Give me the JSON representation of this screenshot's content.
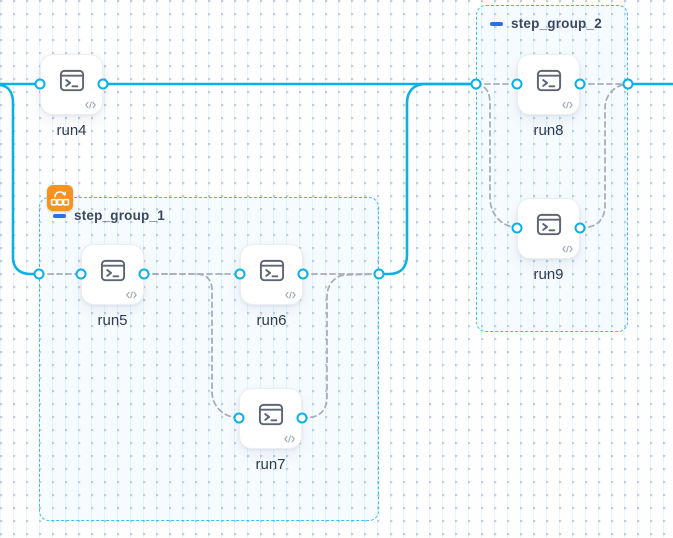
{
  "app": {
    "view": "workflow-pipeline-canvas"
  },
  "colors": {
    "edge_solid": "#0ab1e6",
    "edge_dashed": "#a8aeb9",
    "group_border": "#3dbdf2",
    "group_fill_tint": "#e9f7fe",
    "port_ring": "#0ab1e6",
    "node_icon": "#5d6675",
    "node_label": "#2e3a4e",
    "group_label": "#3c4860",
    "collapse_icon": "#2e6ce8",
    "badge_background": "#f6921e"
  },
  "groups": [
    {
      "id": "step_group_1",
      "label": "step_group_1",
      "collapse_icon": "minus-icon",
      "badge_icon": "loop-matrix-icon",
      "has_badge": true
    },
    {
      "id": "step_group_2",
      "label": "step_group_2",
      "collapse_icon": "minus-icon",
      "has_badge": false
    }
  ],
  "nodes": [
    {
      "id": "run4",
      "label": "run4",
      "icon": "terminal-icon",
      "corner_icon": "code-icon",
      "group": null
    },
    {
      "id": "run5",
      "label": "run5",
      "icon": "terminal-icon",
      "corner_icon": "code-icon",
      "group": "step_group_1"
    },
    {
      "id": "run6",
      "label": "run6",
      "icon": "terminal-icon",
      "corner_icon": "code-icon",
      "group": "step_group_1"
    },
    {
      "id": "run7",
      "label": "run7",
      "icon": "terminal-icon",
      "corner_icon": "code-icon",
      "group": "step_group_1"
    },
    {
      "id": "run8",
      "label": "run8",
      "icon": "terminal-icon",
      "corner_icon": "code-icon",
      "group": "step_group_2"
    },
    {
      "id": "run9",
      "label": "run9",
      "icon": "terminal-icon",
      "corner_icon": "code-icon",
      "group": "step_group_2"
    }
  ],
  "edges": [
    {
      "from": "canvas-left",
      "to": "run4.in",
      "style": "solid"
    },
    {
      "from": "canvas-left",
      "to": "step_group_1.left",
      "style": "solid"
    },
    {
      "from": "run4.out",
      "to": "step_group_2.left",
      "style": "solid"
    },
    {
      "from": "step_group_1.right",
      "to": "step_group_2.left",
      "style": "solid"
    },
    {
      "from": "step_group_2.right",
      "to": "canvas-right",
      "style": "solid"
    },
    {
      "from": "step_group_1.left",
      "to": "run5.in",
      "style": "dashed"
    },
    {
      "from": "run5.out",
      "to": "run6.in",
      "style": "dashed"
    },
    {
      "from": "run5.out",
      "to": "run7.in",
      "style": "dashed"
    },
    {
      "from": "run6.out",
      "to": "step_group_1.right",
      "style": "dashed"
    },
    {
      "from": "run7.out",
      "to": "step_group_1.right",
      "style": "dashed"
    },
    {
      "from": "step_group_2.left",
      "to": "run8.in",
      "style": "dashed"
    },
    {
      "from": "step_group_2.left",
      "to": "run9.in",
      "style": "dashed"
    },
    {
      "from": "run8.out",
      "to": "step_group_2.right",
      "style": "dashed"
    },
    {
      "from": "run9.out",
      "to": "step_group_2.right",
      "style": "dashed"
    }
  ]
}
